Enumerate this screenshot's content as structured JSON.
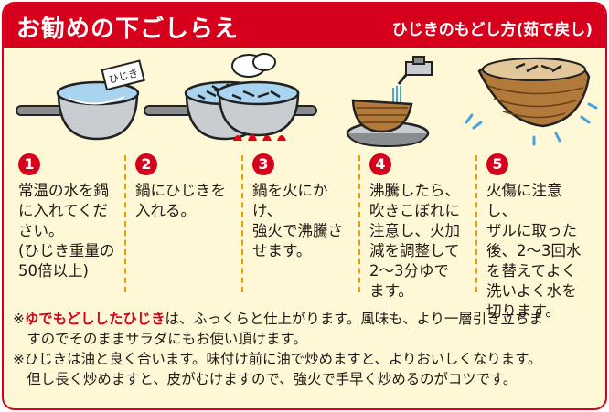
{
  "header": {
    "title": "お勧めの下ごしらえ",
    "subtitle": "ひじきのもどし方(茹で戻し)"
  },
  "illustrations": {
    "pot_label": "ひじき"
  },
  "steps": [
    {
      "number": "1",
      "text": "常温の水を鍋\nに入れてくだ\nさい。\n(ひじき重量の\n50倍以上)"
    },
    {
      "number": "2",
      "text": "鍋にひじきを\n入れる。"
    },
    {
      "number": "3",
      "text": "鍋を火にかけ、\n強火で沸騰さ\nせます。"
    },
    {
      "number": "4",
      "text": "沸騰したら、\n吹きこぼれに\n注意し、火加\n減を調整して\n2～3分ゆで\nます。"
    },
    {
      "number": "5",
      "text": "火傷に注意し、\nザルに取った\n後、2～3回水\nを替えてよく\n洗いよく水を\n切ります。"
    }
  ],
  "notes": [
    {
      "prefix": "※",
      "emphasis": "ゆでもどししたひじき",
      "text": "は、ふっくらと仕上がります。風味も、より一層引き立ちま\n　すのでそのままサラダにもお使い頂けます。"
    },
    {
      "prefix": "※",
      "emphasis": "",
      "text": "ひじきは油と良く合います。味付け前に油で炒めますと、よりおいしくなります。\n　但し長く炒めますと、皮がむけますので、強火で手早く炒めるのがコツです。"
    }
  ],
  "colors": {
    "brand_red": "#d6001c",
    "background": "#fff8d6",
    "separator": "#e8a000"
  }
}
